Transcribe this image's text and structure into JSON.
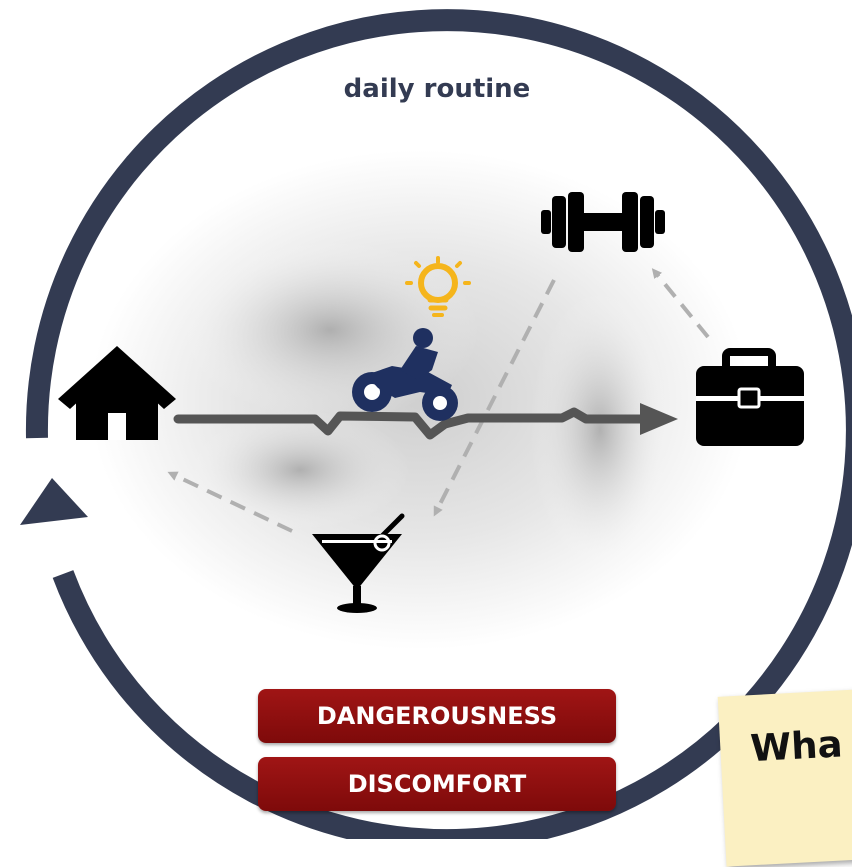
{
  "title": "daily routine",
  "badges": {
    "dangerousness": "DANGEROUSNESS",
    "discomfort": "DISCOMFORT"
  },
  "note": {
    "text": "Wha"
  },
  "icons": {
    "home": "house-icon",
    "work": "briefcase-icon",
    "gym": "dumbbell-icon",
    "bar": "cocktail-icon",
    "rider": "motorbike-rider-icon",
    "idea": "lightbulb-icon"
  },
  "colors": {
    "cycle_arrow": "#333b52",
    "rider": "#1f3060",
    "lightbulb": "#f5b51c",
    "main_route": "#555555",
    "side_route": "#b0b0b0",
    "badge": "#8b0e0e"
  }
}
